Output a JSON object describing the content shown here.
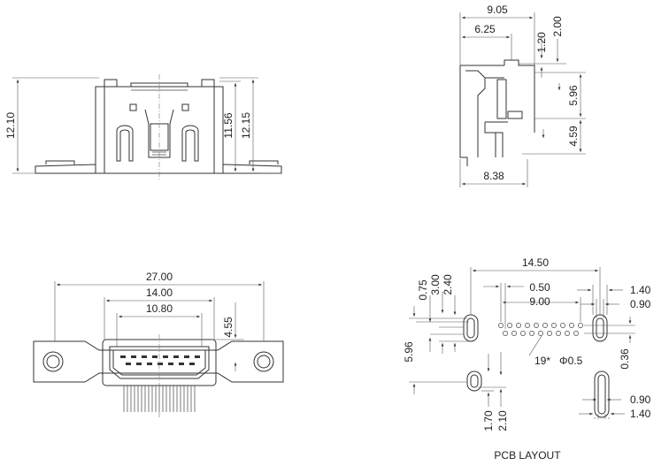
{
  "front_view": {
    "overall_height": "12.10",
    "body_height": "11.56",
    "body_height_total": "12.15"
  },
  "side_view": {
    "overall_depth": "9.05",
    "depth_to_pin": "6.25",
    "pin_offset": "1.20",
    "top_offset": "2.00",
    "height_upper": "5.96",
    "height_lower": "4.59",
    "base_depth": "8.38"
  },
  "bottom_view": {
    "overall_width": "27.00",
    "body_width": "14.00",
    "opening_width": "10.80",
    "flange_height": "4.55"
  },
  "pcb_layout": {
    "title": "PCB LAYOUT",
    "row_span": "14.50",
    "pin_pitch": "0.50",
    "pin_span": "9.00",
    "offset_a": "0.75",
    "offset_b": "3.00",
    "offset_c": "2.40",
    "slot_height": "5.96",
    "pin_note": "19*",
    "pin_diameter": "Φ0.5",
    "slot_width_right_outer": "1.40",
    "slot_width_right_inner": "0.90",
    "row_offset": "0.36",
    "bottom_a": "1.70",
    "bottom_b": "2.10",
    "slot_width_lower_inner": "0.90",
    "slot_width_lower_outer": "1.40"
  }
}
